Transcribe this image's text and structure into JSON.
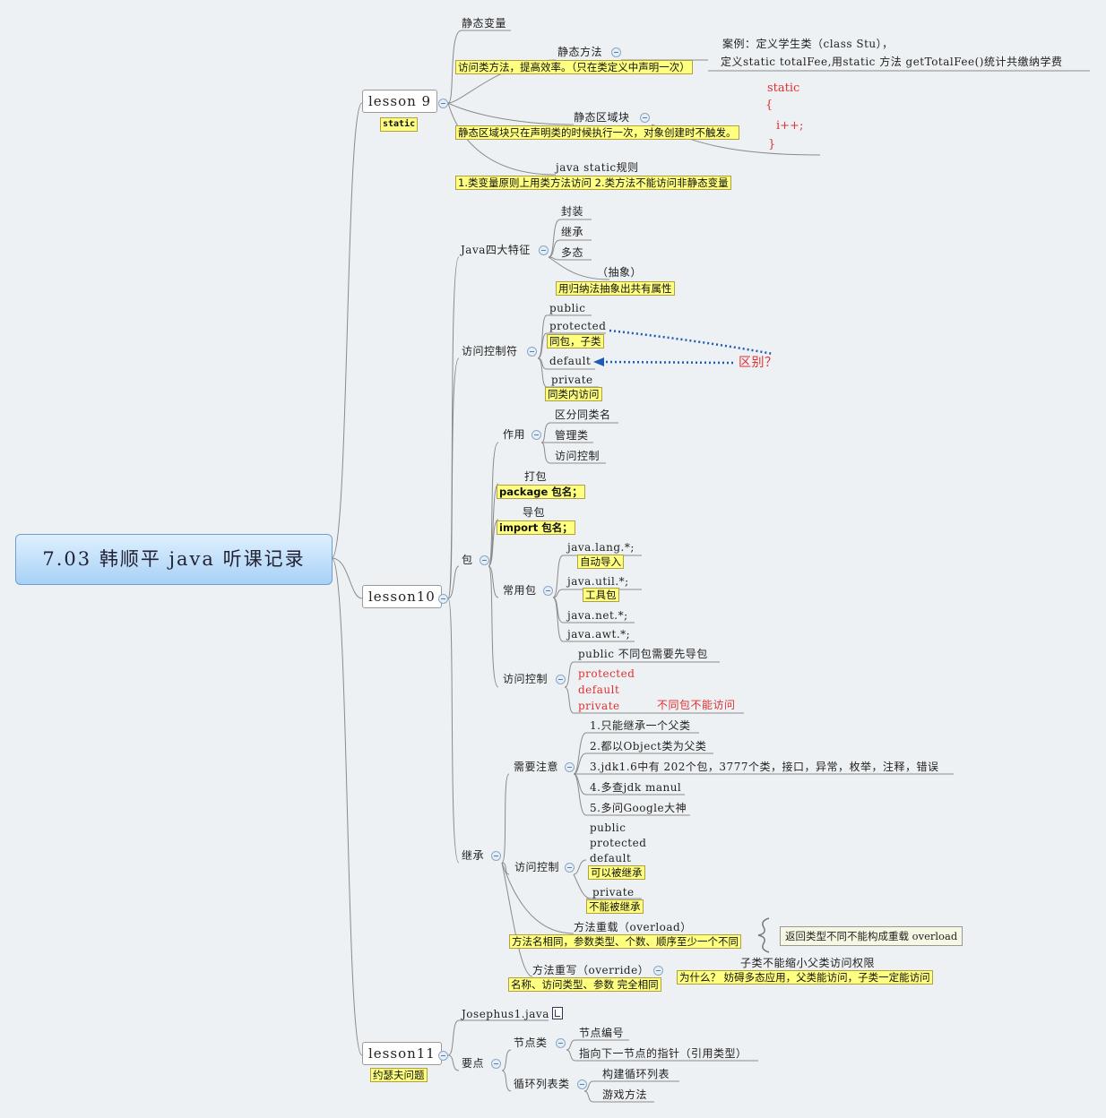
{
  "root": "7.03 韩顺平 java 听课记录",
  "lesson9": {
    "label": "lesson 9",
    "note": "static",
    "static_var": "静态变量",
    "static_method": "静态方法",
    "static_method_note": "访问类方法，提高效率。（只在类定义中声明一次）",
    "case_line1": "案例：定义学生类（class Stu），",
    "case_line2": "定义static totalFee,用static 方法 getTotalFee()统计共缴纳学费",
    "static_block": "静态区域块",
    "static_block_note": "静态区域块只在声明类的时候执行一次，对象创建时不触发。",
    "code_static": "static",
    "code_open": "{",
    "code_inc": "i++;",
    "code_close": "}",
    "rules": "java static规则",
    "rules_note": "1.类变量原则上用类方法访问 2.类方法不能访问非静态变量"
  },
  "lesson10": {
    "label": "lesson10",
    "four": "Java四大特征",
    "four_items": [
      "封装",
      "继承",
      "多态"
    ],
    "abstract": "（抽象）",
    "abstract_note": "用归纳法抽象出共有属性",
    "access": "访问控制符",
    "acc_public": "public",
    "acc_protected": "protected",
    "acc_protected_note": "同包，子类",
    "acc_default": "default",
    "acc_private": "private",
    "acc_private_note": "同类内访问",
    "diff": "区别？",
    "pkg": "包",
    "purpose": "作用",
    "purpose_items": [
      "区分同类名",
      "管理类",
      "访问控制"
    ],
    "pack": "打包",
    "pack_note": "package 包名；",
    "imp": "导包",
    "imp_note": "import 包名；",
    "common": "常用包",
    "lang": "java.lang.*;",
    "lang_note": "自动导入",
    "util": "java.util.*;",
    "util_note": "工具包",
    "net": "java.net.*;",
    "awt": "java.awt.*;",
    "pkg_access": "访问控制",
    "pkg_public": "public  不同包需要先导包",
    "pkg_protected": "protected",
    "pkg_default": "default",
    "pkg_private": "private",
    "pkg_no": "不同包不能访问",
    "inherit": "继承",
    "attention": "需要注意",
    "att_items": [
      "1.只能继承一个父类",
      "2.都以Object类为父类",
      "3.jdk1.6中有 202个包，3777个类，接口，异常，枚举，注释，错误",
      "4.多查jdk manul",
      "5.多问Google大神"
    ],
    "inh_access": "访问控制",
    "inh_public": "public",
    "inh_protected": "protected",
    "inh_default": "default",
    "inh_can_note": "可以被继承",
    "inh_private": "private",
    "inh_cannot_note": "不能被继承",
    "overload": "方法重载（overload）",
    "overload_note": "方法名相同，参数类型、个数、顺序至少一个不同",
    "overload_box": "返回类型不同不能构成重载 overload",
    "override": "方法重写（override）",
    "override_note": "名称、访问类型、参数 完全相同",
    "override_sub": "子类不能缩小父类访问权限",
    "override_sub_note": "为什么？ 妨碍多态应用，父类能访问，子类一定能访问"
  },
  "lesson11": {
    "label": "lesson11",
    "note": "约瑟夫问题",
    "file": "Josephus1.java",
    "key": "要点",
    "node": "节点类",
    "node_items": [
      "节点编号",
      "指向下一节点的指针（引用类型）"
    ],
    "cycle": "循环列表类",
    "cycle_items": [
      "构建循环列表",
      "游戏方法"
    ]
  }
}
